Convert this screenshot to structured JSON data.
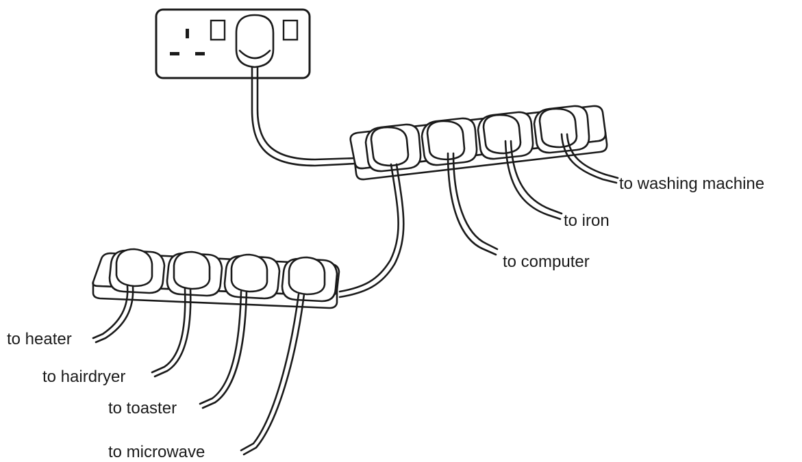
{
  "labels": {
    "washing_machine": "to washing machine",
    "iron": "to iron",
    "computer": "to computer",
    "heater": "to heater",
    "hairdryer": "to hairdryer",
    "toaster": "to toaster",
    "microwave": "to microwave"
  }
}
